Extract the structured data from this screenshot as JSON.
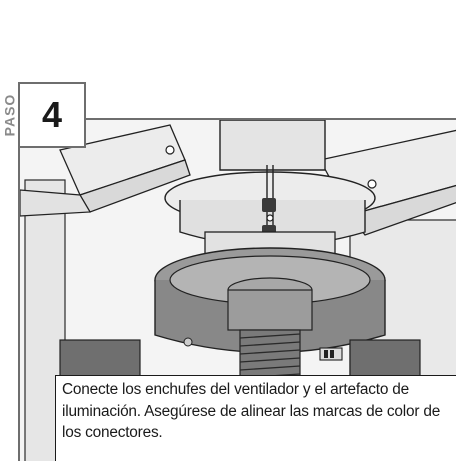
{
  "step": {
    "label": "PASO",
    "number": "4"
  },
  "caption": {
    "text": "Conecte los enchufes del ventilador y el artefacto de iluminación. Asegúrese de alinear las marcas de color de los conectores."
  }
}
